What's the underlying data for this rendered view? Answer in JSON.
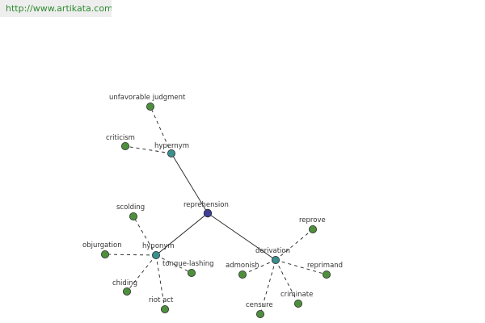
{
  "header": {
    "url": "http://www.artikata.com"
  },
  "colors": {
    "root_node": "#3f3f99",
    "relation_node": "#3a8f8f",
    "leaf_node": "#4e8f3e",
    "node_stroke": "#2a2a2a",
    "edge": "#222222"
  },
  "graph": {
    "root": {
      "label": "reprehension"
    },
    "relations": [
      {
        "label": "hypernym",
        "leaves": [
          {
            "label": "unfavorable judgment"
          },
          {
            "label": "criticism"
          }
        ]
      },
      {
        "label": "hyponym",
        "leaves": [
          {
            "label": "scolding"
          },
          {
            "label": "objurgation"
          },
          {
            "label": "chiding"
          },
          {
            "label": "riot act"
          },
          {
            "label": "tongue-lashing"
          }
        ]
      },
      {
        "label": "derivation",
        "leaves": [
          {
            "label": "reprove"
          },
          {
            "label": "reprimand"
          },
          {
            "label": "admonish"
          },
          {
            "label": "criminate"
          },
          {
            "label": "censure"
          }
        ]
      }
    ]
  }
}
